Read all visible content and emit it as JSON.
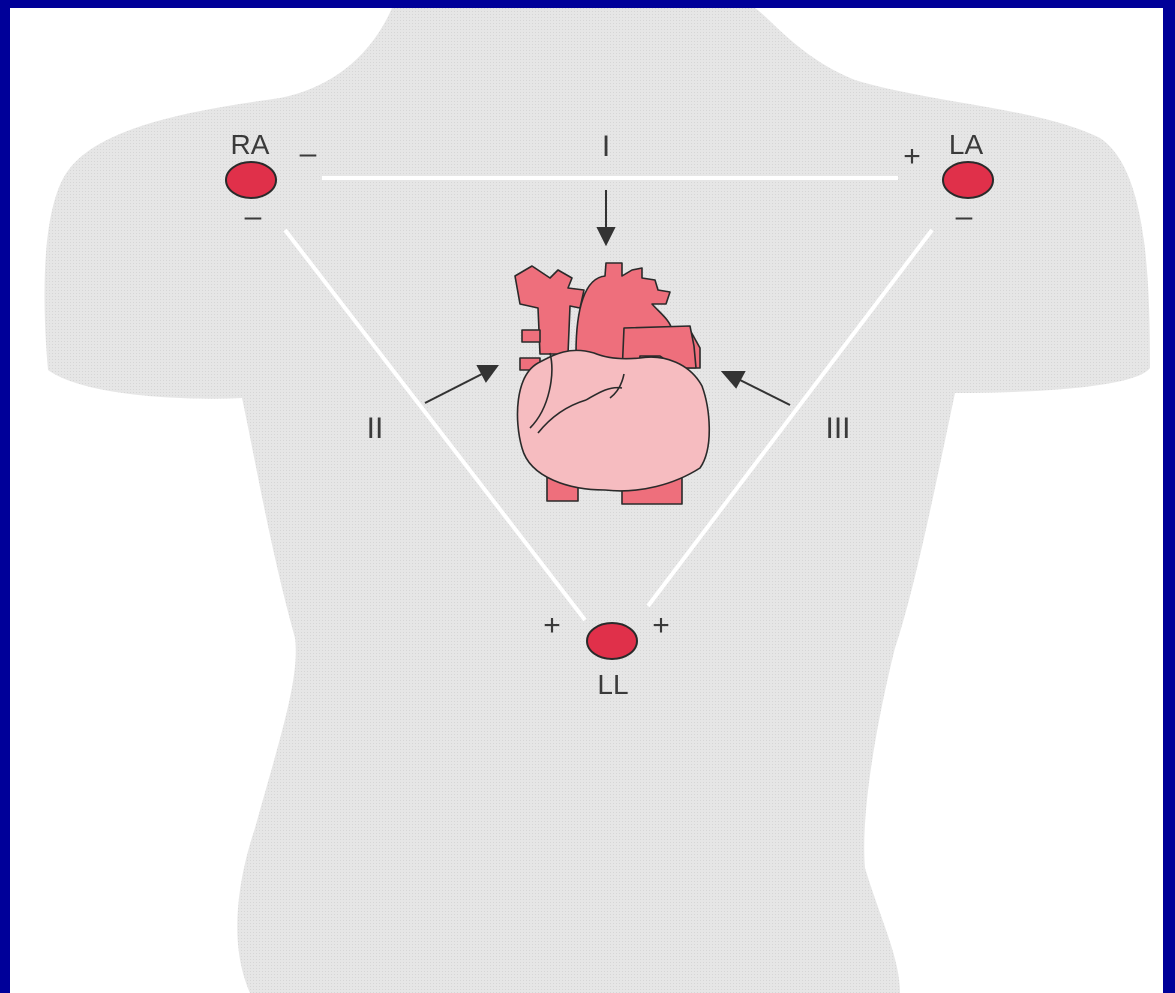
{
  "diagram": {
    "electrodes": {
      "ra": {
        "label": "RA",
        "sign_lead1": "–",
        "sign_lead2": "–"
      },
      "la": {
        "label": "LA",
        "sign_lead1": "+",
        "sign_lead3": "–"
      },
      "ll": {
        "label": "LL",
        "sign_lead2": "+",
        "sign_lead3": "+"
      }
    },
    "leads": {
      "lead1": "I",
      "lead2": "II",
      "lead3": "III"
    },
    "colors": {
      "border": "#000099",
      "body": "#e4e4e4",
      "electrode": "#e0304a",
      "heart_vessels": "#ee6f7c",
      "heart_chambers": "#f6bcc0",
      "lead_lines": "#ffffff"
    },
    "icons": [
      "heart-icon",
      "arrow-icon"
    ]
  }
}
